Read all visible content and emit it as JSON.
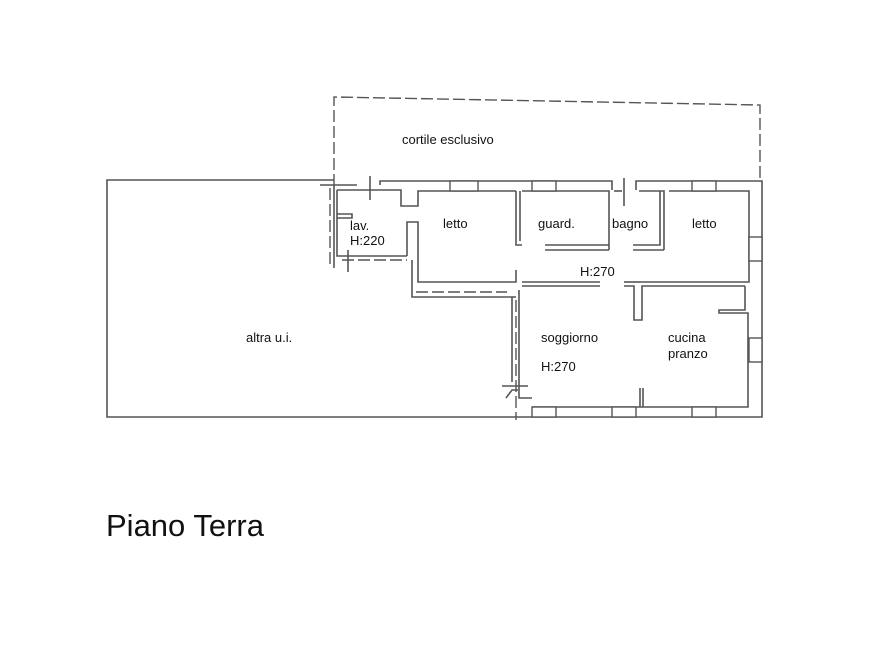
{
  "drawing": {
    "title": "Piano Terra",
    "areas": {
      "courtyard": "cortile esclusivo",
      "other_unit": "altra u.i."
    },
    "rooms": [
      {
        "name": "lav.",
        "height": "H:220"
      },
      {
        "name": "letto"
      },
      {
        "name": "guard."
      },
      {
        "name": "bagno"
      },
      {
        "name": "letto"
      },
      {
        "name": "soggiorno",
        "height": "H:270"
      },
      {
        "name": "cucina",
        "name2": "pranzo"
      }
    ],
    "corridor_height": "H:270",
    "colors": {
      "line": "#555555",
      "text": "#111111",
      "background": "#ffffff"
    }
  }
}
